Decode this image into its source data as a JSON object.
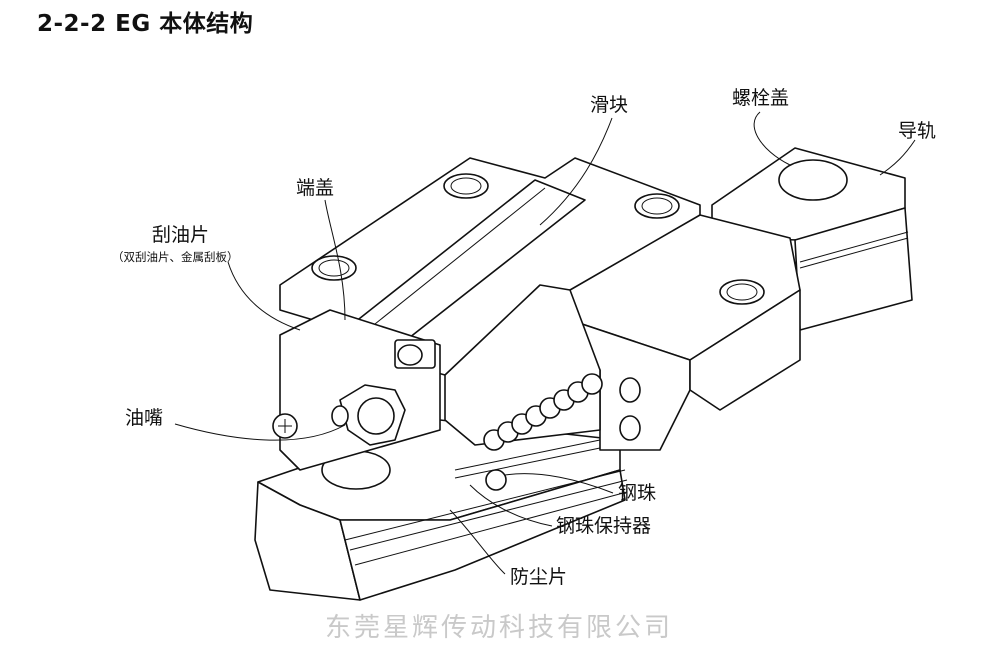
{
  "title": "2-2-2 EG 本体结构",
  "labels": {
    "slider": "滑块",
    "bolt_cap": "螺栓盖",
    "rail": "导轨",
    "end_cap": "端盖",
    "scraper": "刮油片",
    "scraper_note": "（双刮油片、金属刮板）",
    "grease_nipple": "油嘴",
    "steel_ball": "钢珠",
    "ball_retainer": "钢珠保持器",
    "dust_strip": "防尘片"
  },
  "watermark": "东莞星辉传动科技有限公司"
}
